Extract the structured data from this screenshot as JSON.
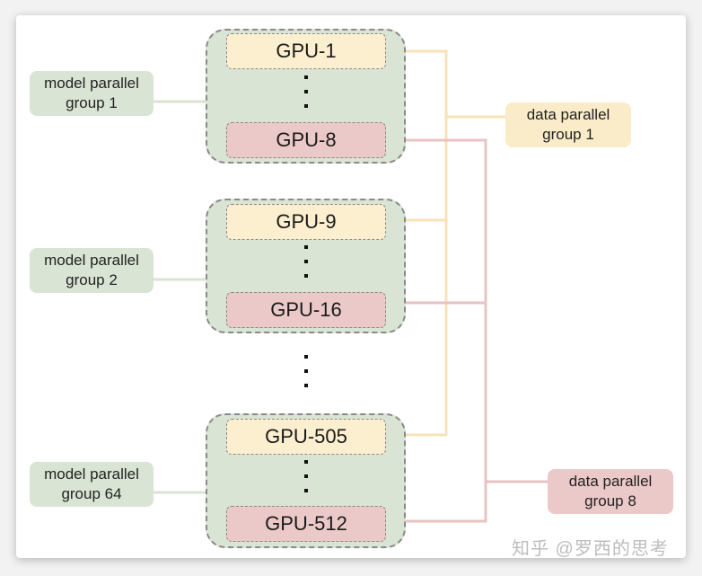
{
  "diagram": {
    "model_parallel_groups": [
      {
        "label_line1": "model parallel",
        "label_line2": "group 1",
        "first_gpu": "GPU-1",
        "last_gpu": "GPU-8"
      },
      {
        "label_line1": "model parallel",
        "label_line2": "group 2",
        "first_gpu": "GPU-9",
        "last_gpu": "GPU-16"
      },
      {
        "label_line1": "model parallel",
        "label_line2": "group 64",
        "first_gpu": "GPU-505",
        "last_gpu": "GPU-512"
      }
    ],
    "data_parallel_groups": [
      {
        "label_line1": "data parallel",
        "label_line2": "group 1",
        "color": "#fbecc9"
      },
      {
        "label_line1": "data parallel",
        "label_line2": "group 8",
        "color": "#ecc9c9"
      }
    ],
    "colors": {
      "model_group_fill": "#d9e4d4",
      "first_gpu_fill": "#fcefd0",
      "last_gpu_fill": "#ecc9c9",
      "dp1_line": "#f8e3b8",
      "dp8_line": "#e8c3c3"
    },
    "watermark": "知乎 @罗西的思考"
  }
}
